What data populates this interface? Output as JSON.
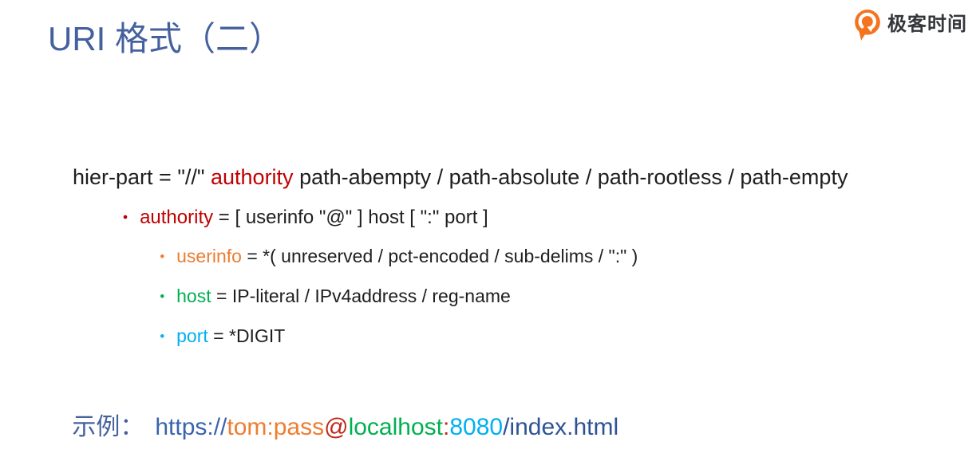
{
  "logo": {
    "text": "极客时间",
    "icon": "geektime-logo-icon",
    "icon_color": "#f4731f"
  },
  "title": {
    "text": "URI 格式（二）",
    "color": "#44619e"
  },
  "bullet_glyph": "•",
  "definition": {
    "prefix": "hier-part = \"//\" ",
    "highlight": "authority",
    "highlight_color": "#c00000",
    "suffix": " path-abempty / path-absolute / path-rootless / path-empty"
  },
  "bullets": [
    {
      "term": "authority",
      "rest": " = [ userinfo \"@\" ] host [ \":\" port ]",
      "color": "#c00000"
    },
    {
      "term": "userinfo",
      "rest": " = *( unreserved / pct-encoded / sub-delims / \":\" )",
      "color": "#ed7d31"
    },
    {
      "term": "host",
      "rest": " = IP-literal / IPv4address / reg-name",
      "color": "#00b050"
    },
    {
      "term": "port",
      "rest": " = *DIGIT",
      "color": "#00b0f0"
    }
  ],
  "example": {
    "label": "示例：",
    "label_color": "#44619e",
    "segments": [
      {
        "text": "https://",
        "color": "#3a64ae"
      },
      {
        "text": "tom:pass",
        "color": "#ed7d31"
      },
      {
        "text": "@",
        "color": "#c2261a"
      },
      {
        "text": "localhost",
        "color": "#00b050"
      },
      {
        "text": ":",
        "color": "#c2261a"
      },
      {
        "text": "8080",
        "color": "#00b0f0"
      },
      {
        "text": "/index.html",
        "color": "#2e5395"
      }
    ]
  }
}
